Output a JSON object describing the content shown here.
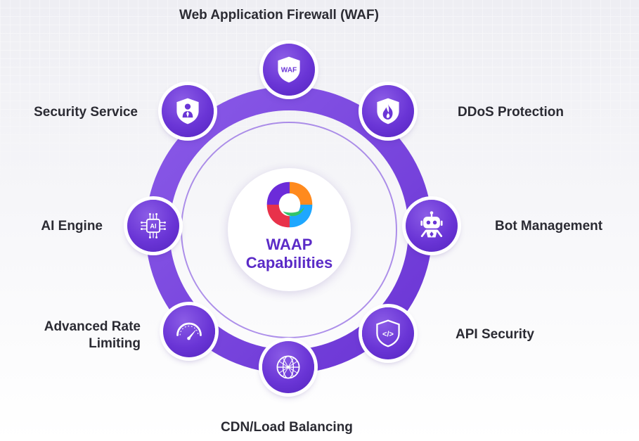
{
  "diagram": {
    "center_title": [
      "WAAP",
      "Capabilities"
    ],
    "capabilities": [
      {
        "label": "Web Application Firewall (WAF)",
        "icon": "waf-shield-icon",
        "badge": "WAF"
      },
      {
        "label": "DDoS Protection",
        "icon": "flame-shield-icon"
      },
      {
        "label": "Bot Management",
        "icon": "robot-icon"
      },
      {
        "label": "API Security",
        "icon": "code-shield-icon",
        "badge": "</>"
      },
      {
        "label": "CDN/Load Balancing",
        "icon": "globe-network-icon"
      },
      {
        "label": [
          "Advanced Rate",
          "Limiting"
        ],
        "icon": "gauge-icon"
      },
      {
        "label": "AI Engine",
        "icon": "ai-chip-icon",
        "badge": "AI"
      },
      {
        "label": "Security Service",
        "icon": "user-shield-icon"
      }
    ]
  },
  "colors": {
    "ring": "#7a48dd",
    "node": "#6a35d6",
    "text": "#2b2b33",
    "accent": "#5b2bc7"
  }
}
